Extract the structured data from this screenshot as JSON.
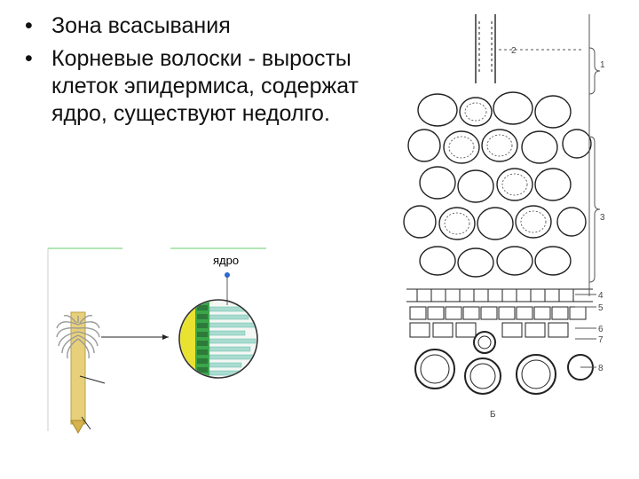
{
  "bullets": [
    {
      "text": "Зона всасывания"
    },
    {
      "text": "Корневые волоски - выросты клеток эпидермиса, содержат ядро, существуют недолго."
    }
  ],
  "left_figure": {
    "nucleus_label": "ядро"
  },
  "right_figure": {
    "labels": [
      "1",
      "2",
      "3",
      "4",
      "5",
      "6",
      "7",
      "8",
      "Б"
    ]
  }
}
